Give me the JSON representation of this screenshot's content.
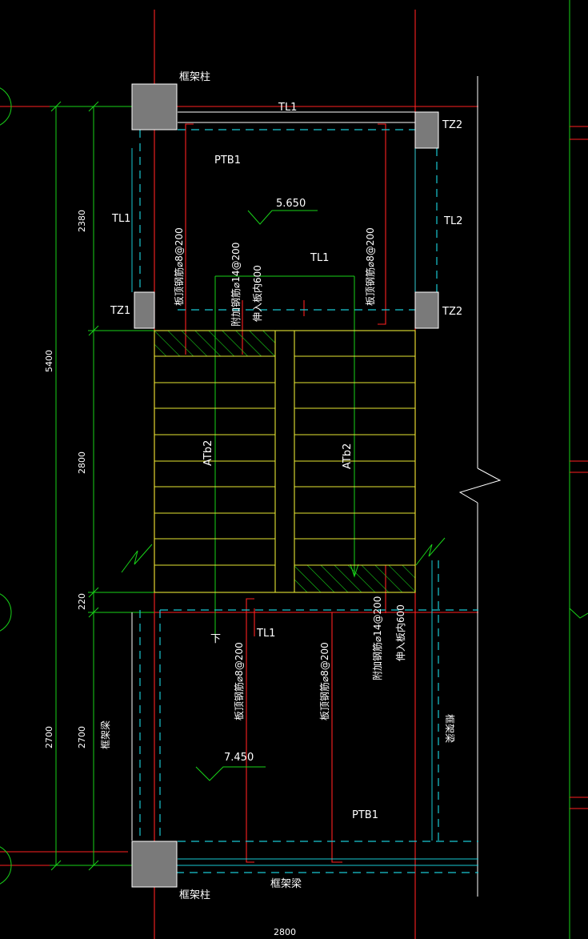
{
  "labels": {
    "frame_column_top": "框架柱",
    "frame_column_bottom": "框架柱",
    "frame_beam_right": "框架梁",
    "frame_beam_left": "框架梁",
    "frame_beam_bottom": "框架梁",
    "tl1_top": "TL1",
    "tl1_left": "TL1",
    "tl1_mid": "TL1",
    "tl1_lower": "TL1",
    "tl2_right": "TL2",
    "tz1": "TZ1",
    "tz2_top": "TZ2",
    "tz2_bottom": "TZ2",
    "ptb1_top": "PTB1",
    "ptb1_bottom": "PTB1",
    "atb2_left": "ATb2",
    "atb2_right": "ATb2",
    "elev_upper": "5.650",
    "elev_lower": "7.450",
    "rebar_top_left": "板顶钢筋⌀8@200",
    "rebar_top_right": "板顶钢筋⌀8@200",
    "rebar_add_top": "附加钢筋⌀14@200",
    "extend_top": "伸入板内600",
    "rebar_bot_1": "板顶钢筋⌀8@200",
    "rebar_bot_2": "板顶钢筋⌀8@200",
    "rebar_add_bot": "附加钢筋⌀14@200",
    "extend_bot": "伸入板内600",
    "down_mark": "下"
  },
  "dimensions": {
    "total_height": "5400",
    "seg_2380": "2380",
    "seg_2800": "2800",
    "seg_220": "220",
    "seg_2700_inner": "2700",
    "seg_2700_outer": "2700",
    "width_bottom": "2800"
  },
  "colors": {
    "background": "#000000",
    "axis_red": "#ff2020",
    "dim_green": "#19d219",
    "dash_cyan": "#19c8d2",
    "stair_yellow": "#e6e632",
    "text_white": "#ffffff",
    "column_gray": "#7a7a7a"
  }
}
